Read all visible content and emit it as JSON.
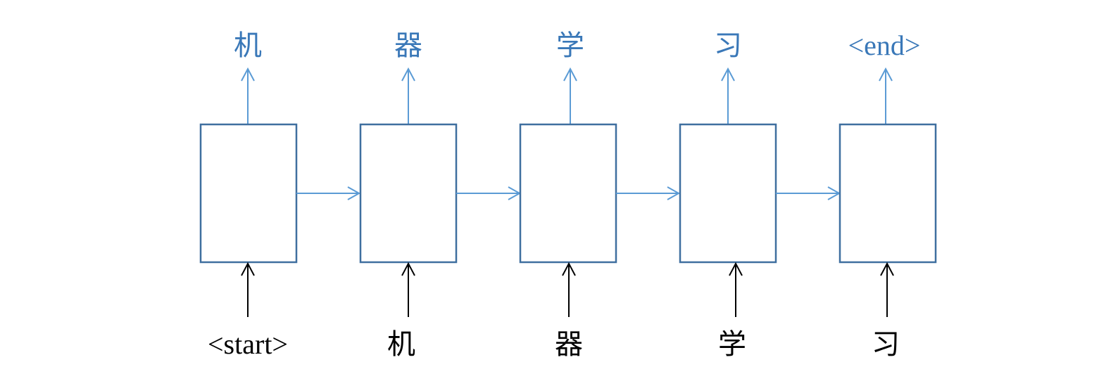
{
  "diagram": {
    "steps": [
      {
        "input": "<start>",
        "output": "机"
      },
      {
        "input": "机",
        "output": "器"
      },
      {
        "input": "器",
        "output": "学"
      },
      {
        "input": "学",
        "output": "习"
      },
      {
        "input": "习",
        "output": "<end>"
      }
    ],
    "colors": {
      "output_text": "#3a78b8",
      "input_text": "#000000",
      "box_stroke": "#3f6f9f",
      "arrow_blue": "#5b9bd5",
      "arrow_black": "#000000"
    }
  }
}
